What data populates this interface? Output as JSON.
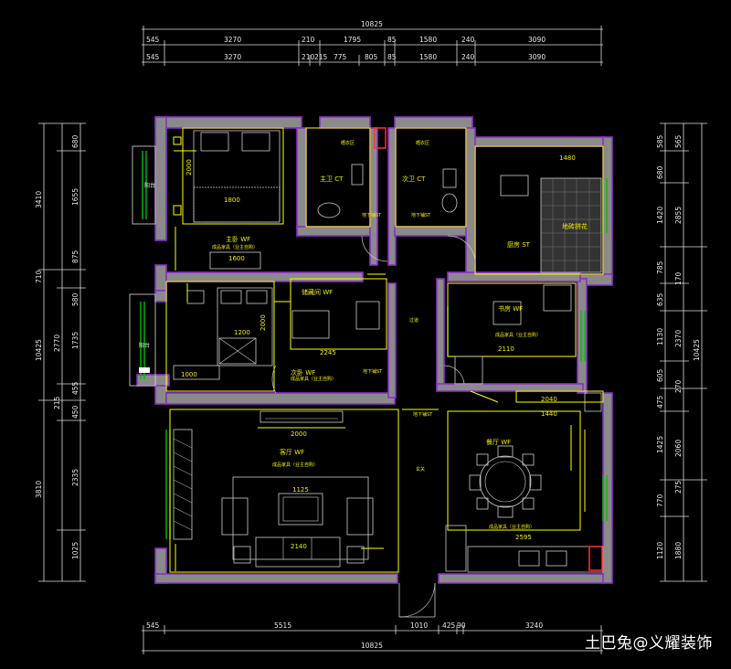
{
  "dimensions": {
    "top_total": "10825",
    "top_row1": [
      "545",
      "3270",
      "210",
      "1795",
      "85",
      "1580",
      "240",
      "3090"
    ],
    "top_row2": [
      "545",
      "3270",
      "210",
      "215",
      "775",
      "805",
      "85",
      "1580",
      "240",
      "3090"
    ],
    "bottom_row": [
      "545",
      "5515",
      "1010",
      "425",
      "90",
      "3240"
    ],
    "bottom_total": "10825",
    "left_outer": [
      "3410",
      "710",
      "2770",
      "10425",
      "215",
      "3810"
    ],
    "left_inner": [
      "680",
      "1655",
      "875",
      "580",
      "1735",
      "455",
      "450",
      "2335",
      "1025"
    ],
    "right_inner": [
      "585",
      "680",
      "1420",
      "785",
      "635",
      "1130",
      "605",
      "475",
      "1425",
      "770",
      "1120"
    ],
    "right_outer": [
      "565",
      "2855",
      "170",
      "2370",
      "270",
      "2060",
      "275",
      "1880",
      "10425"
    ]
  },
  "rooms": {
    "master_bedroom": "主卧 WF",
    "master_bath": "主卫 CT",
    "guest_bath": "次卫 CT",
    "kitchen": "厨房 ST",
    "bedroom2": "次卧 WF",
    "study": "书房 WF",
    "storage": "储藏间 WF",
    "living": "客厅 WF",
    "dining": "餐厅 WF",
    "corridor": "过道",
    "entry": "玄关",
    "balcony": "阳台",
    "balcony2": "阳台",
    "drying": "晒衣区",
    "kitchen_floor": "地砖拼花"
  },
  "furniture_notes": {
    "movable": "成品家具（业主自购）",
    "floor": "地下铺ST"
  },
  "furniture_dims": {
    "bed_master": "1800",
    "bed_master_len": "2000",
    "bed2": "1200",
    "bed2_len": "2000",
    "tv_bench": "2000",
    "sofa": "2140",
    "table": "1125",
    "dining_w": "2595",
    "study_w": "2110",
    "wardrobe": "1600",
    "desk": "1000",
    "hall_w": "2245",
    "kitchen_w": "2040",
    "kitchen_w2": "1440",
    "kitchen_d": "1480"
  },
  "watermark": "土巴兔@义耀装饰"
}
